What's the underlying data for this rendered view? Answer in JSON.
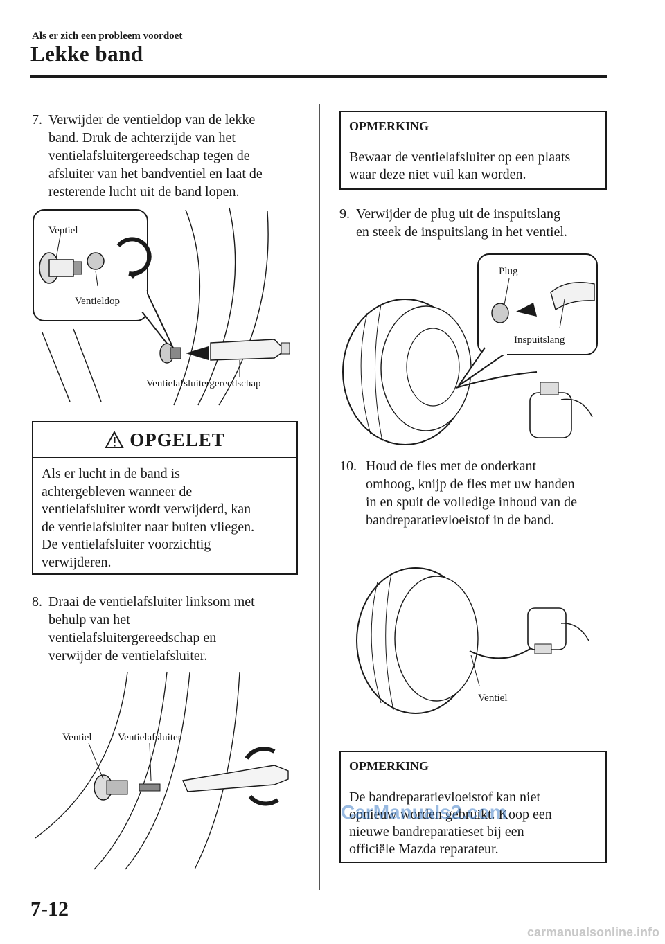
{
  "header": {
    "section": "Als er zich een probleem voordoet",
    "title": "Lekke band"
  },
  "steps": [
    {
      "num": "7.",
      "lines": [
        "Verwijder de ventieldop van de lekke",
        "band. Druk de achterzijde van het",
        "ventielafsluitergereedschap tegen de",
        "afsluiter van het bandventiel en laat de",
        "resterende lucht uit de band lopen."
      ]
    },
    {
      "num": "8.",
      "lines": [
        "Draai de ventielafsluiter linksom met",
        "behulp van het",
        "ventielafsluitergereedschap en",
        "verwijder de ventielafsluiter."
      ]
    },
    {
      "num": "9.",
      "lines": [
        "Verwijder de plug uit de inspuitslang",
        "en steek de inspuitslang in het ventiel."
      ]
    },
    {
      "num": "10.",
      "lines": [
        "Houd de fles met de onderkant",
        "omhoog, knijp de fles met uw handen",
        "in en spuit de volledige inhoud van de",
        "bandreparatievloeistof in de band."
      ]
    }
  ],
  "figure1": {
    "label_ventiel": "Ventiel",
    "label_ventieldop": "Ventieldop",
    "label_tool": "Ventielafsluitergereedschap"
  },
  "figure2": {
    "label_ventiel": "Ventiel",
    "label_afsluiter": "Ventielafsluiter"
  },
  "figure3": {
    "label_plug": "Plug",
    "label_slang": "Inspuitslang"
  },
  "figure4": {
    "label_ventiel": "Ventiel"
  },
  "caution": {
    "title": "OPGELET",
    "lines": [
      "Als er lucht in de band is",
      "achtergebleven wanneer de",
      "ventielafsluiter wordt verwijderd, kan",
      "de ventielafsluiter naar buiten vliegen.",
      "De ventielafsluiter voorzichtig",
      "verwijderen."
    ]
  },
  "note1": {
    "title": "OPMERKING",
    "lines": [
      "Bewaar de ventielafsluiter op een plaats",
      "waar deze niet vuil kan worden."
    ]
  },
  "note2": {
    "title": "OPMERKING",
    "lines": [
      "De bandreparatievloeistof kan niet",
      "opnieuw worden gebruikt. Koop een",
      "nieuwe bandreparatieset bij een",
      "officiële Mazda reparateur."
    ]
  },
  "footer": {
    "page_number": "7-12",
    "watermark": "CarManuals2.com",
    "url": "carmanualsonline.info"
  }
}
